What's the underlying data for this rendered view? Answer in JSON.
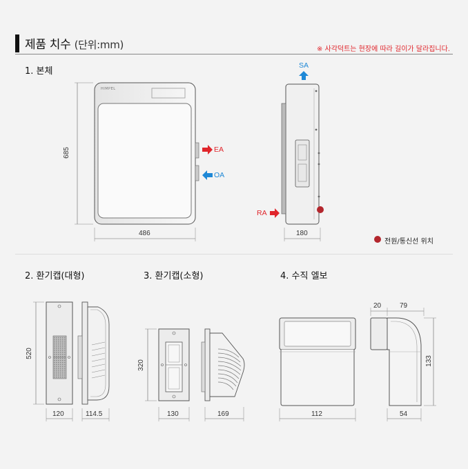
{
  "header": {
    "title": "제품 치수",
    "unit": "(단위:mm)",
    "note": "※ 사각덕트는 현장에 따라 길이가 달라집니다."
  },
  "main_unit": {
    "section_title": "1. 본체",
    "front": {
      "height": "685",
      "width": "486",
      "brand": "HIMPEL"
    },
    "side": {
      "width": "180"
    },
    "ports": {
      "sa": "SA",
      "ea": "EA",
      "oa": "OA",
      "ra": "RA"
    },
    "legend": "전원/통신선 위치"
  },
  "cap_large": {
    "section_title": "2. 환기캡(대형)",
    "height": "520",
    "front_width": "120",
    "side_width": "114.5"
  },
  "cap_small": {
    "section_title": "3. 환기캡(소형)",
    "height": "320",
    "front_width": "130",
    "side_width": "169"
  },
  "elbow": {
    "section_title": "4. 수직 엘보",
    "front_width": "112",
    "top_left": "20",
    "top_right": "79",
    "height": "133",
    "bottom_width": "54"
  },
  "colors": {
    "supply": "#1e88d6",
    "exhaust": "#e0252b",
    "power_dot": "#b3262d"
  }
}
